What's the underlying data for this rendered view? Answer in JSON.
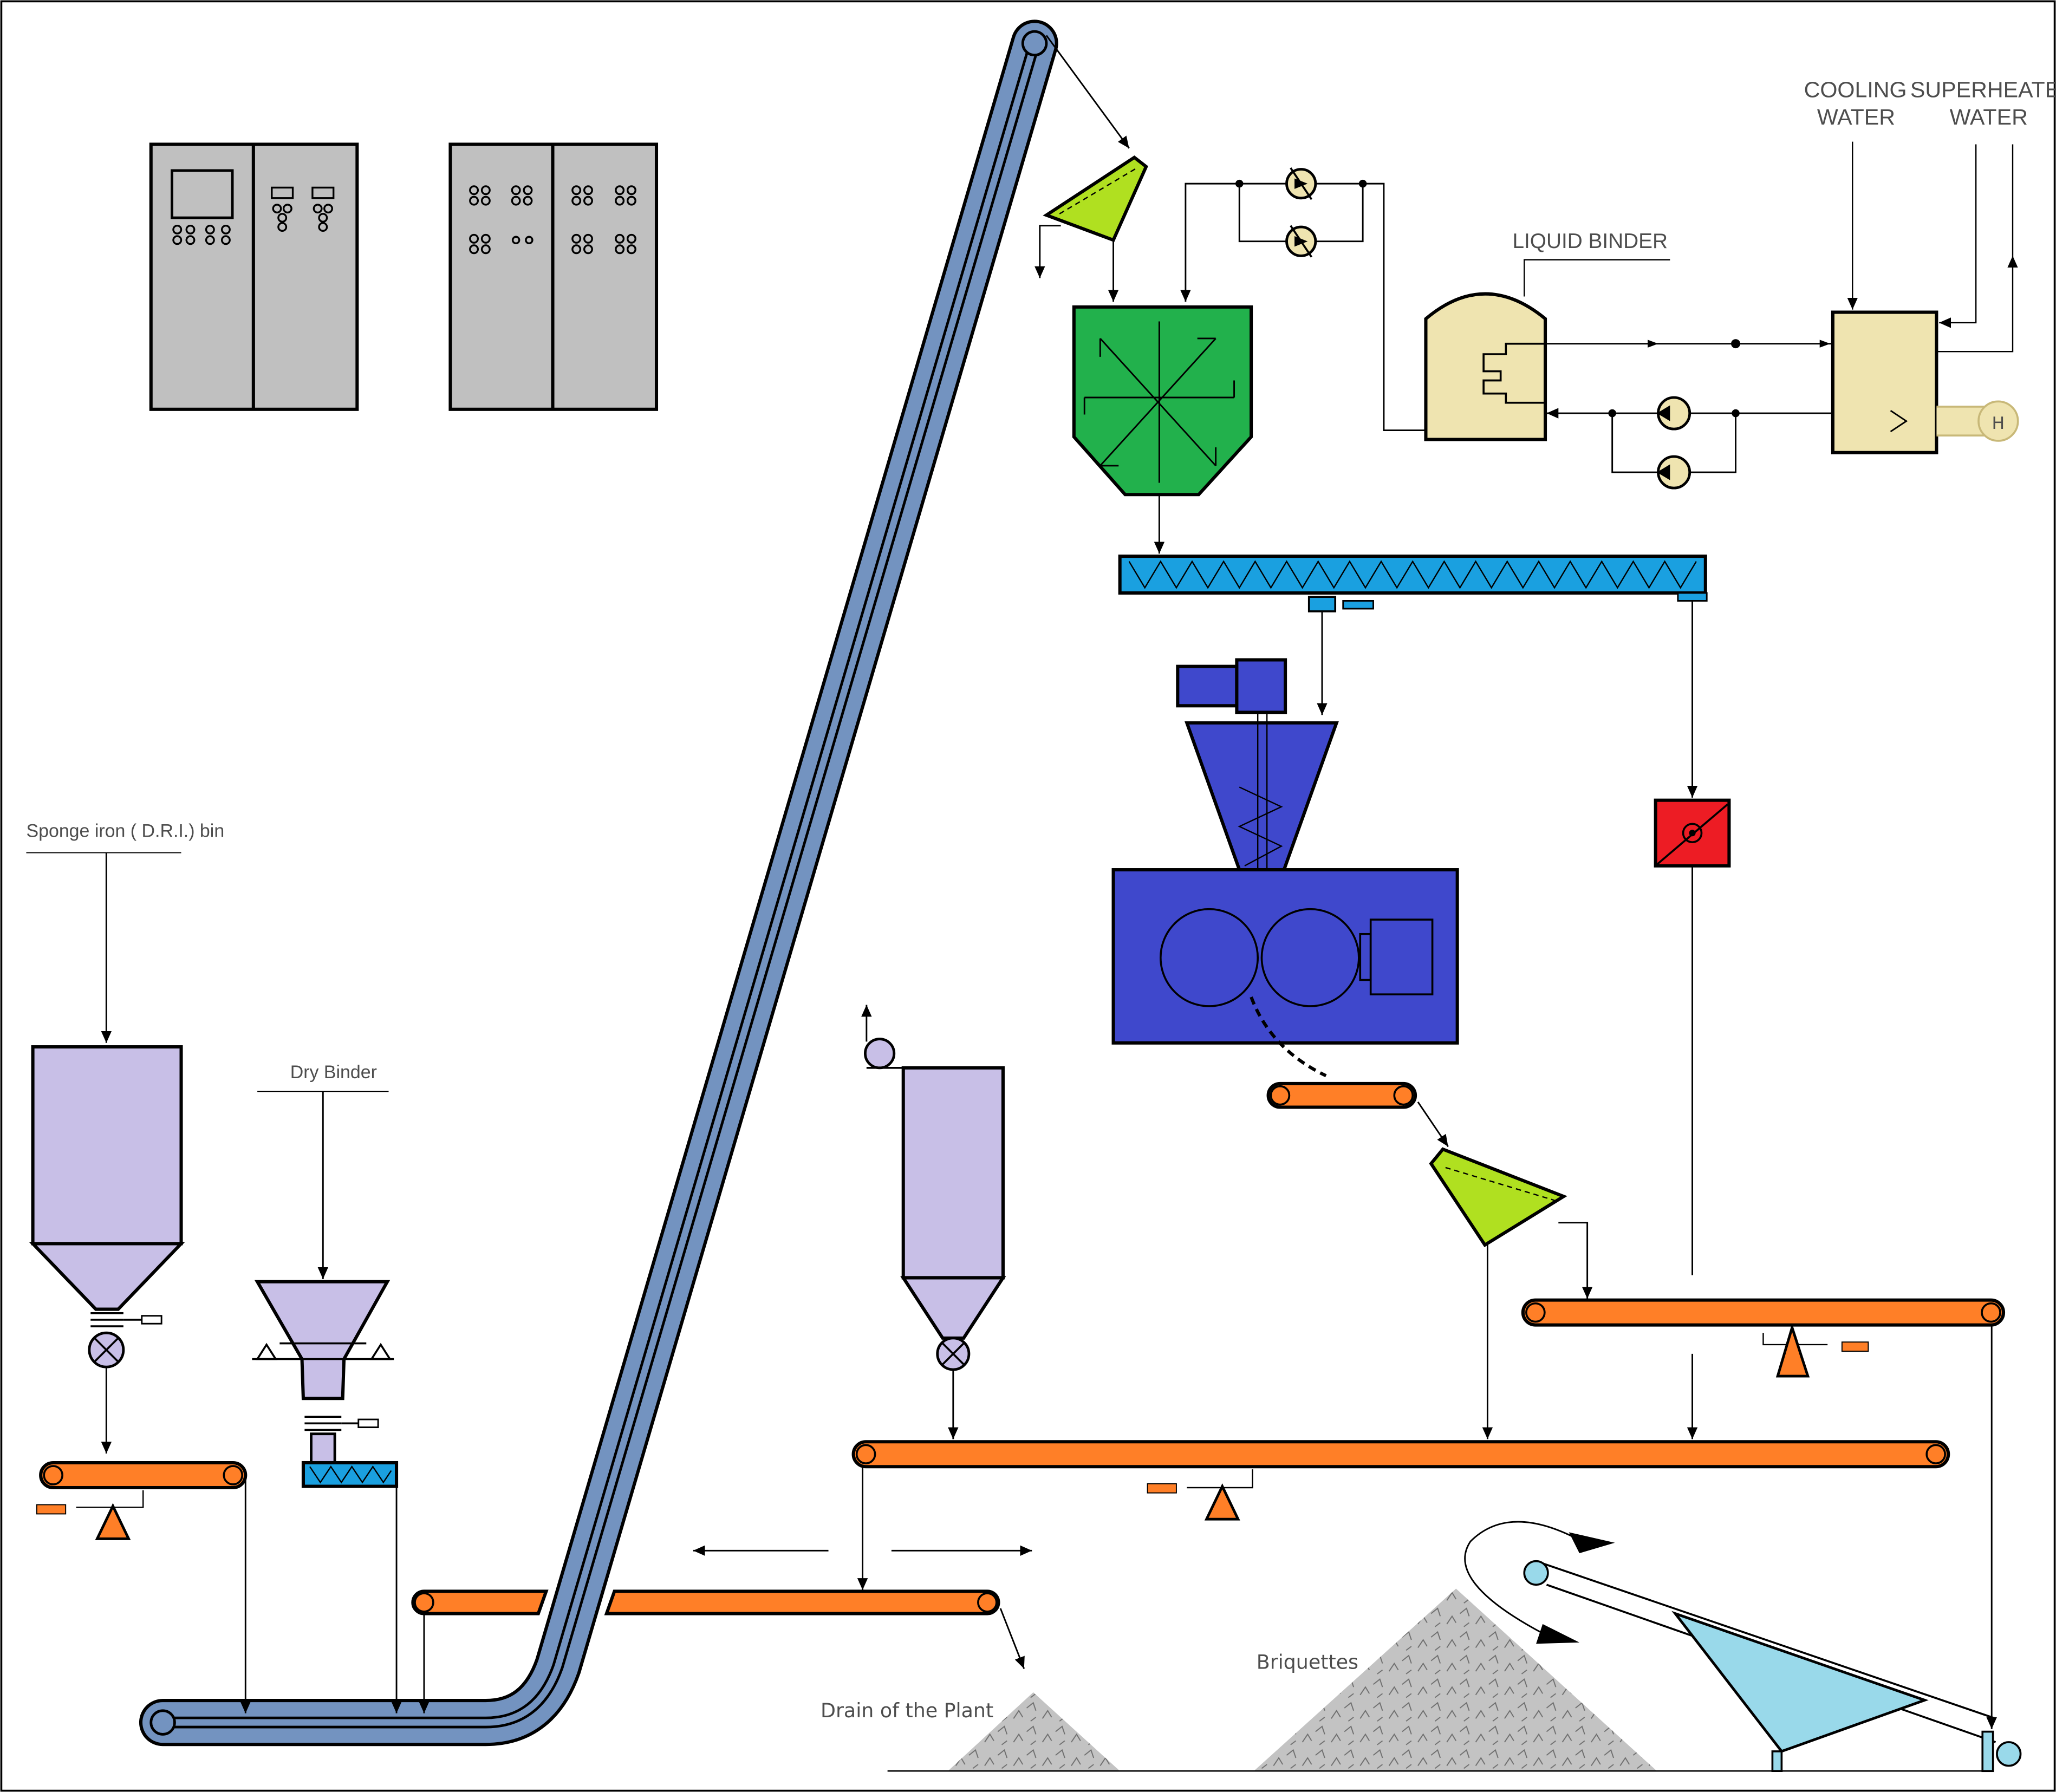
{
  "labels": {
    "cooling_water_1": "COOLING",
    "cooling_water_2": "WATER",
    "superheated_water_1": "SUPERHEATED",
    "superheated_water_2": "WATER",
    "liquid_binder": "LIQUID BINDER",
    "sponge_iron_bin": "Sponge iron ( D.R.I.) bin",
    "dry_binder": "Dry Binder",
    "drain": "Drain of the Plant",
    "briquettes": "Briquettes",
    "heater_symbol": "H"
  },
  "colors": {
    "cabinet": "#c0c0c0",
    "elevator_belt": "#7393c0",
    "hopper_screen": "#b0e020",
    "mixer": "#22b14c",
    "screw_conveyor": "#1aa0e0",
    "briquetting_press": "#3f48cc",
    "rotary_valve": "#ed1c24",
    "belt_conveyor": "#ff7f27",
    "bin": "#c8bfe7",
    "tank": "#efe4b0",
    "cooler": "#99d9ea",
    "pile": "#c3c3c3"
  }
}
